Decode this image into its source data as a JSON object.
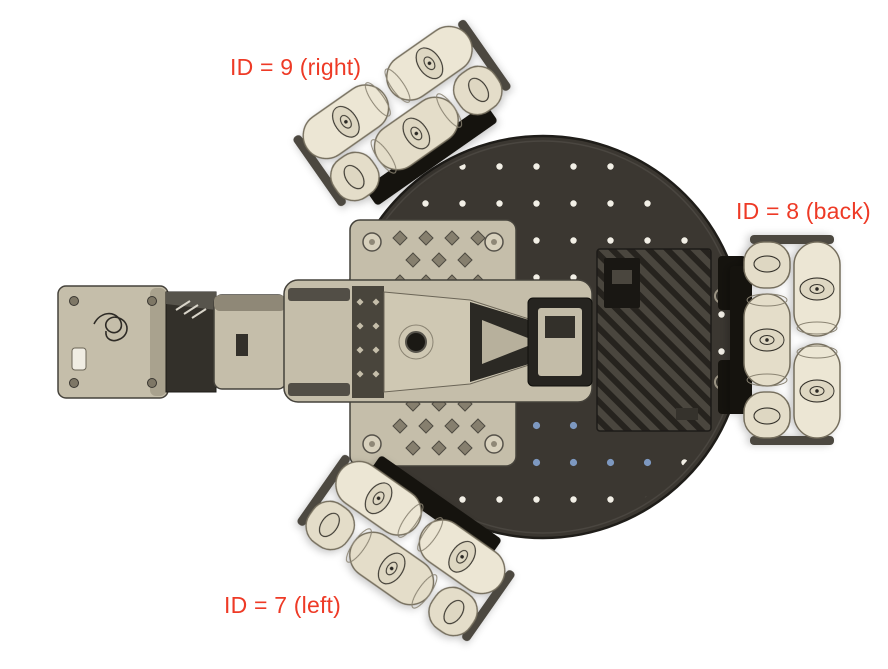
{
  "figure": {
    "annotations": [
      {
        "target": "top-left-wheel",
        "label": "ID = 9 (right)"
      },
      {
        "target": "right-wheel",
        "label": "ID = 8 (back)"
      },
      {
        "target": "bottom-left-wheel",
        "label": "ID = 7 (left)"
      }
    ]
  },
  "colors": {
    "annotation_text": "#ee3a26",
    "background": "#ffffff",
    "base_plate": "#3b3731",
    "panel": "#4a463e",
    "wheel_body": "#ece6d4",
    "arm_body": "#c5beaa",
    "hole_dot": "#f2efe6",
    "hole_dot_blue": "#7d98c0"
  }
}
